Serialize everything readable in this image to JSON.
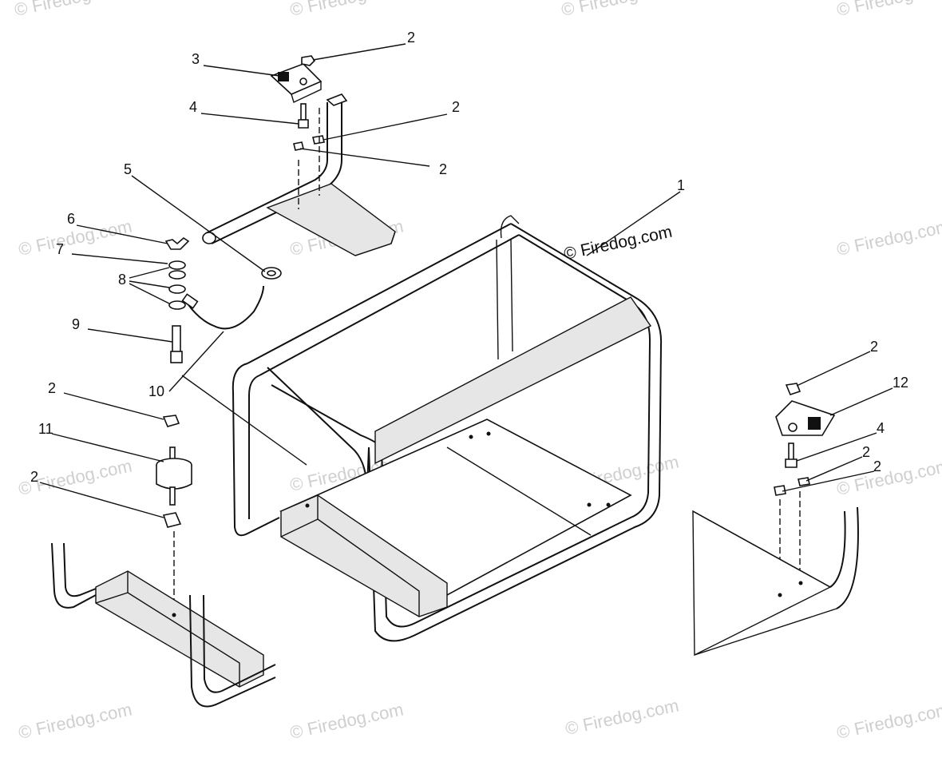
{
  "watermark": {
    "brand": "Firedog.com",
    "symbol": "©"
  },
  "callouts": [
    {
      "id": "c1",
      "label": "1"
    },
    {
      "id": "c2a",
      "label": "2"
    },
    {
      "id": "c2b",
      "label": "2"
    },
    {
      "id": "c2c",
      "label": "2"
    },
    {
      "id": "c3",
      "label": "3"
    },
    {
      "id": "c4a",
      "label": "4"
    },
    {
      "id": "c5",
      "label": "5"
    },
    {
      "id": "c6",
      "label": "6"
    },
    {
      "id": "c7",
      "label": "7"
    },
    {
      "id": "c8",
      "label": "8"
    },
    {
      "id": "c9",
      "label": "9"
    },
    {
      "id": "c10",
      "label": "10"
    },
    {
      "id": "c2d",
      "label": "2"
    },
    {
      "id": "c11",
      "label": "11"
    },
    {
      "id": "c2e",
      "label": "2"
    },
    {
      "id": "c2f",
      "label": "2"
    },
    {
      "id": "c12",
      "label": "12"
    },
    {
      "id": "c4b",
      "label": "4"
    },
    {
      "id": "c2g",
      "label": "2"
    },
    {
      "id": "c2h",
      "label": "2"
    }
  ]
}
